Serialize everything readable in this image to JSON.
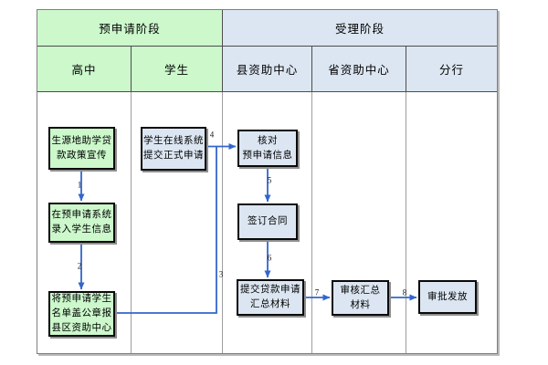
{
  "diagram": {
    "phases": [
      {
        "label": "预申请阶段"
      },
      {
        "label": "受理阶段"
      }
    ],
    "lanes": [
      {
        "label": "高中"
      },
      {
        "label": "学生"
      },
      {
        "label": "县资助中心"
      },
      {
        "label": "省资助中心"
      },
      {
        "label": "分行"
      }
    ],
    "nodes": [
      {
        "label": "生源地助学贷\n款政策宣传",
        "lane": "高中"
      },
      {
        "label": "在预申请系统\n录入学生信息",
        "lane": "高中"
      },
      {
        "label": "将预申请学生\n名单盖公章报\n县区资助中心",
        "lane": "高中"
      },
      {
        "label": "学生在线系统\n提交正式申请",
        "lane": "学生"
      },
      {
        "label": "核对\n预申请信息",
        "lane": "县资助中心"
      },
      {
        "label": "签订合同",
        "lane": "县资助中心"
      },
      {
        "label": "提交贷款申请\n汇总材料",
        "lane": "县资助中心"
      },
      {
        "label": "审核汇总\n材料",
        "lane": "省资助中心"
      },
      {
        "label": "审批发放",
        "lane": "分行"
      }
    ],
    "edge_labels": [
      "1",
      "2",
      "3",
      "4",
      "5",
      "6",
      "7",
      "8"
    ],
    "colors": {
      "phase_pre_bg": "#ccf8cc",
      "phase_accept_bg": "#dce6f2",
      "node_green_bg": "#ccf8cc",
      "node_blue_bg": "#dce6f2",
      "arrow": "#3366cc",
      "grid_border": "#4d4d4d"
    }
  }
}
